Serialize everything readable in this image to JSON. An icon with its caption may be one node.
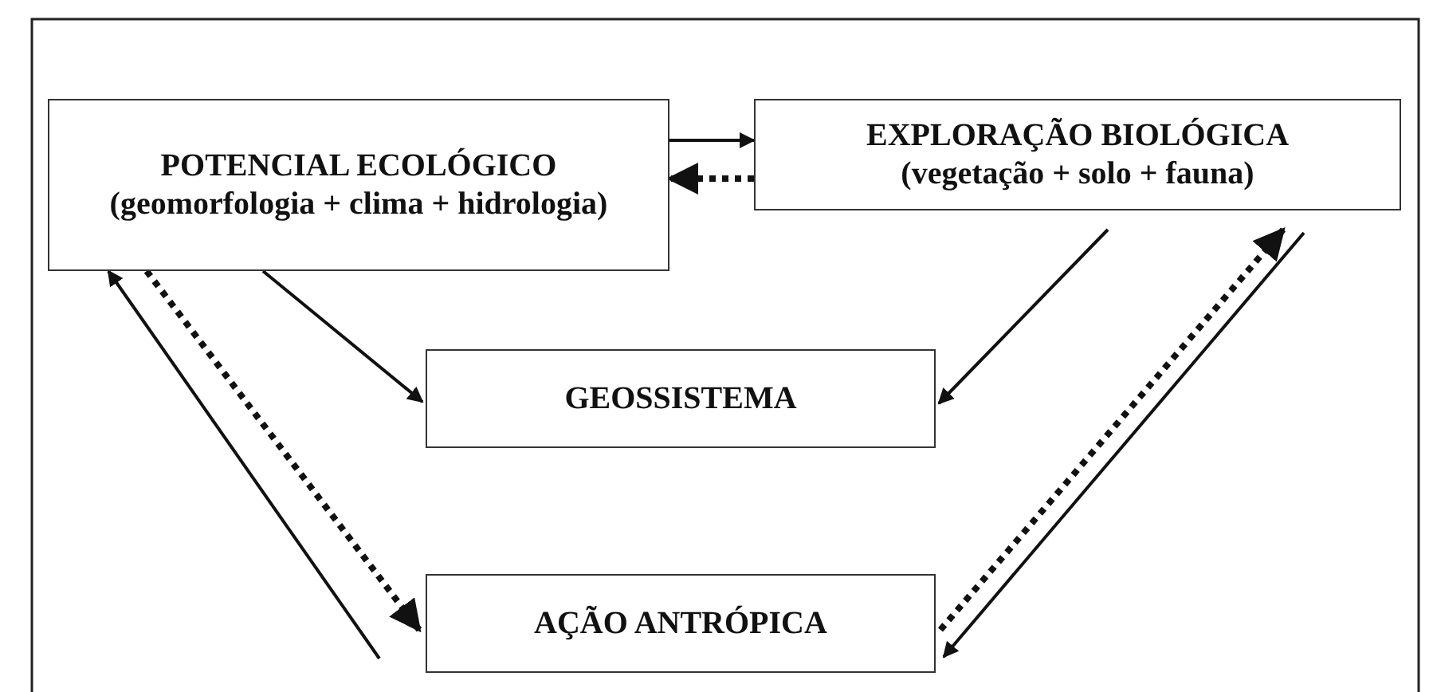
{
  "diagram": {
    "nodes": [
      {
        "text": [
          "POTENCIAL ECOLÓGICO",
          "(geomorfologia + clima + hidrologia)"
        ]
      },
      {
        "text": [
          "EXPLORAÇÃO BIOLÓGICA",
          "(vegetação + solo + fauna)"
        ]
      },
      {
        "text": [
          "GEOSSISTEMA"
        ]
      },
      {
        "text": [
          "AÇÃO ANTRÓPICA"
        ]
      }
    ],
    "edges": [
      {
        "from": 0,
        "to": 1,
        "arrow": "to"
      },
      {
        "from": 1,
        "to": 0,
        "arrow": "to",
        "style": "dashed"
      },
      {
        "from": 0,
        "to": 2,
        "arrow": "to"
      },
      {
        "from": 1,
        "to": 2,
        "arrow": "to"
      },
      {
        "from": 3,
        "to": 0,
        "arrow": "to"
      },
      {
        "from": 0,
        "to": 3,
        "arrow": "to",
        "style": "dashed"
      },
      {
        "from": 3,
        "to": 1,
        "arrow": "to",
        "style": "dashed"
      },
      {
        "from": 1,
        "to": 3,
        "arrow": "to"
      }
    ]
  }
}
